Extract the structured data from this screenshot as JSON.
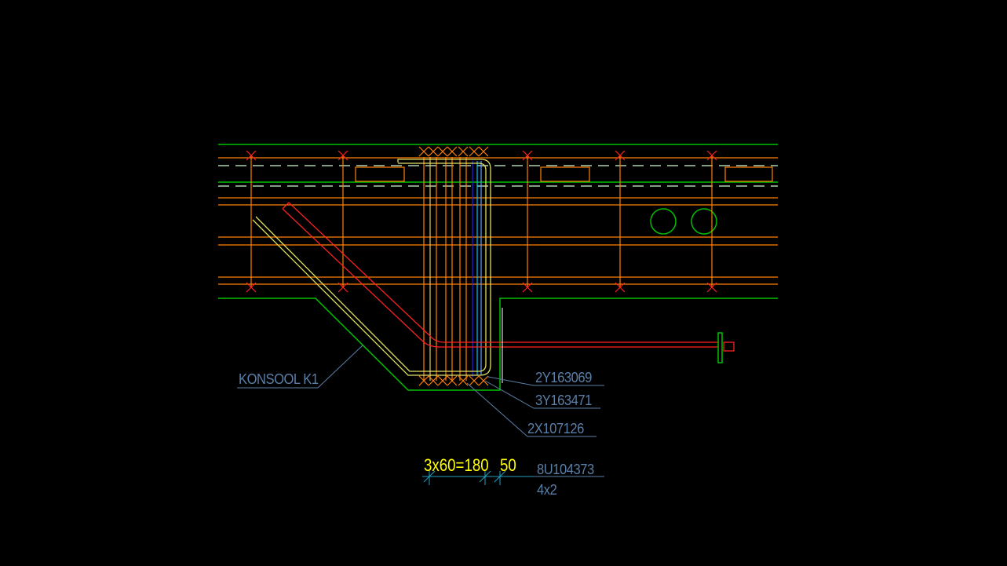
{
  "labels": {
    "konsool": "KONSOOL K1",
    "bar1": "2Y163069",
    "bar2": "3Y163471",
    "bar3": "2X107126",
    "bar4": "8U104373",
    "bar4_qty": "4x2"
  },
  "dimensions": {
    "spacing": "3x60=180",
    "edge": "50"
  },
  "colors": {
    "background": "#000000",
    "concrete_outline": "#00c000",
    "stirrups": "#ff8000",
    "rebar_yellow": "#e0e060",
    "rebar_red": "#ff2020",
    "labels": "#5a7fa8",
    "dimension_text": "#ffff00"
  }
}
